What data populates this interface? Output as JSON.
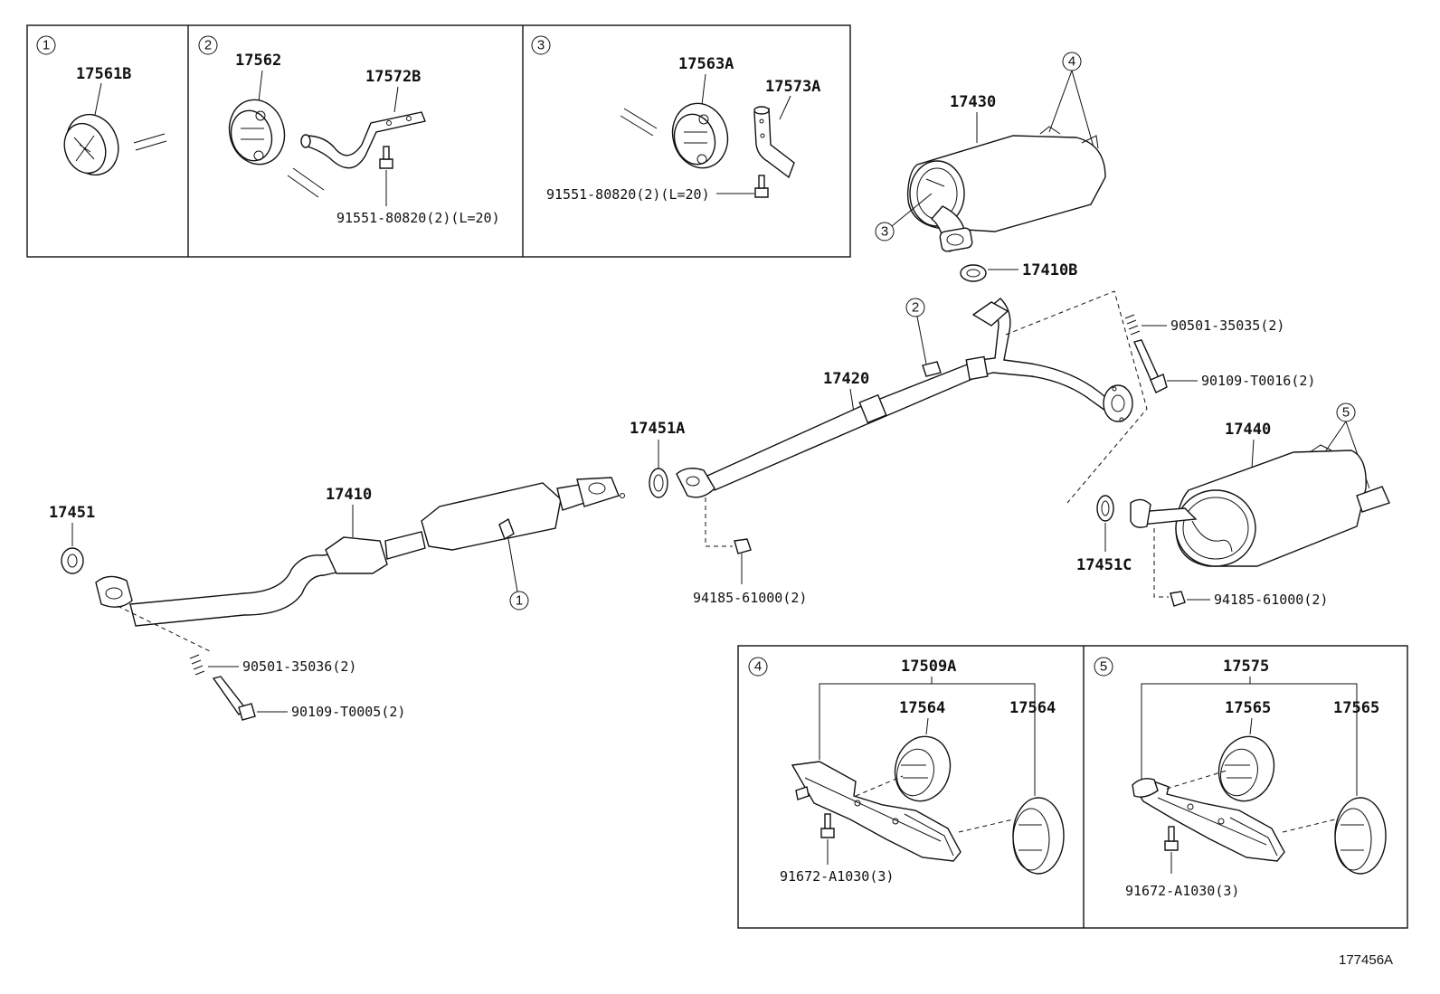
{
  "figure_code": "177456A",
  "callouts": [
    "1",
    "2",
    "3",
    "4",
    "5"
  ],
  "parts": {
    "p17561B": "17561B",
    "p17562": "17562",
    "p17572B": "17572B",
    "p91551_a": "91551-80820(2)(L=20)",
    "p17563A": "17563A",
    "p17573A": "17573A",
    "p91551_b": "91551-80820(2)(L=20)",
    "p17430": "17430",
    "p17410B": "17410B",
    "p90501_35035": "90501-35035(2)",
    "p90109_T0016": "90109-T0016(2)",
    "p17420": "17420",
    "p17451A": "17451A",
    "p17440": "17440",
    "p17451C": "17451C",
    "p94185_a": "94185-61000(2)",
    "p94185_b": "94185-61000(2)",
    "p17451": "17451",
    "p17410": "17410",
    "p90501_35036": "90501-35036(2)",
    "p90109_T0005": "90109-T0005(2)",
    "p17509A": "17509A",
    "p17564_a": "17564",
    "p17564_b": "17564",
    "p91672_a": "91672-A1030(3)",
    "p17575": "17575",
    "p17565_a": "17565",
    "p17565_b": "17565",
    "p91672_b": "91672-A1030(3)"
  }
}
